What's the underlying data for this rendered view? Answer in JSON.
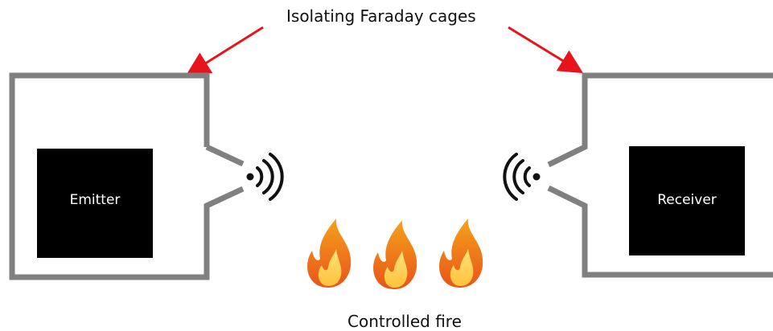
{
  "annotation": {
    "title": "Isolating Faraday cages",
    "arrow_color": "#e8141c"
  },
  "emitter": {
    "label": "Emitter"
  },
  "receiver": {
    "label": "Receiver"
  },
  "fire": {
    "caption": "Controlled fire",
    "flame_count": 3
  },
  "colors": {
    "cage_stroke": "#808080",
    "box_fill": "#000000",
    "box_text": "#ffffff",
    "flame_outer": "#f26b1d",
    "flame_inner": "#ffd24a",
    "signal": "#111111"
  },
  "icons": {
    "emitter_signal": "wifi-signal-right-icon",
    "receiver_signal": "wifi-signal-left-icon",
    "flame": "flame-icon"
  }
}
